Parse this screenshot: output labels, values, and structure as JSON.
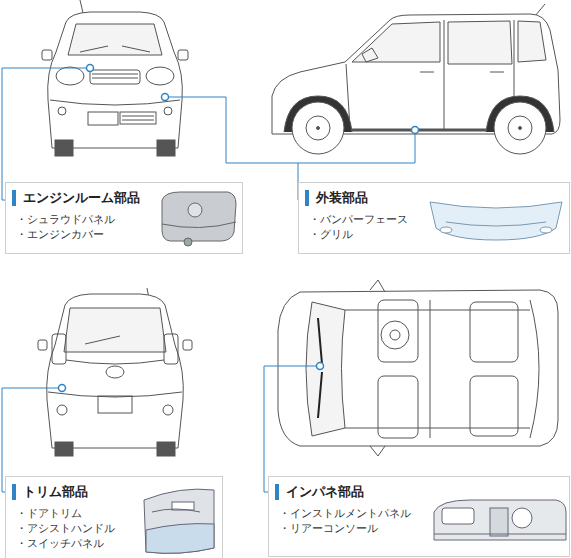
{
  "diagram": {
    "nodes": [
      {
        "text": [
          "エンジンルーム部品",
          "・シュラウドパネル",
          "・エンジンカバー"
        ]
      },
      {
        "text": [
          "外装部品",
          "・バンパーフェース",
          "・グリル"
        ]
      },
      {
        "text": [
          "トリム部品",
          "・ドアトリム",
          "・アシストハンドル",
          "・スイッチパネル"
        ]
      },
      {
        "text": [
          "インパネ部品",
          "・インストルメントパネル",
          "・リアーコンソール"
        ]
      }
    ]
  }
}
